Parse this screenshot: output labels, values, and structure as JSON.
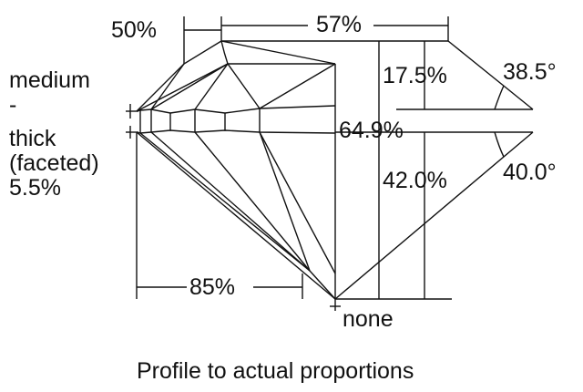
{
  "diagram": {
    "caption": "Profile to actual proportions",
    "labels": {
      "table_pct": "57%",
      "star_pct": "50%",
      "girdle_line1": "medium",
      "girdle_line2": "-",
      "girdle_line3": "thick",
      "girdle_line4": "(faceted)",
      "girdle_line5": "5.5%",
      "crown_height": "17.5%",
      "crown_angle": "38.5°",
      "total_depth": "64.9%",
      "pavilion_depth": "42.0%",
      "pavilion_angle": "40.0°",
      "lower_half": "85%",
      "culet": "none"
    },
    "colors": {
      "line": "#111111",
      "background": "#ffffff"
    }
  }
}
